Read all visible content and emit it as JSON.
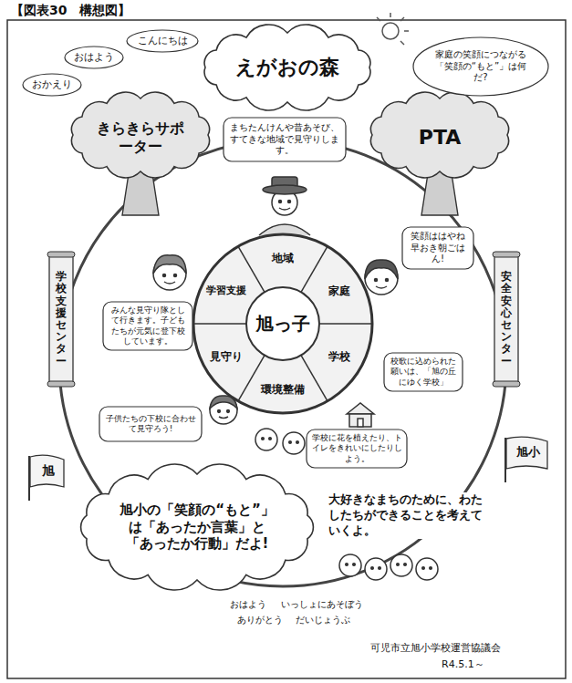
{
  "diagram": {
    "title": "【図表30　構想図】",
    "nodes": [
      {
        "text": [
          "えがおの森"
        ]
      },
      {
        "text": [
          "おはよう"
        ]
      },
      {
        "text": [
          "こんにちは"
        ]
      },
      {
        "text": [
          "おかえり"
        ]
      },
      {
        "text": [
          "きらきらサポーター"
        ]
      },
      {
        "text": [
          "PTA"
        ]
      },
      {
        "text": [
          "家庭の笑顔につながる「笑顔の“もと”」は何だ?"
        ]
      },
      {
        "text": [
          "まちたんけんや昔あそび、すてきな地域で見守りします。"
        ]
      },
      {
        "text": [
          "旭っ子"
        ]
      },
      {
        "text": [
          "地域"
        ],
        "in": 8
      },
      {
        "text": [
          "家庭"
        ],
        "in": 8
      },
      {
        "text": [
          "学校"
        ],
        "in": 8
      },
      {
        "text": [
          "環境整備"
        ],
        "in": 8
      },
      {
        "text": [
          "見守り"
        ],
        "in": 8
      },
      {
        "text": [
          "学習支援"
        ],
        "in": 8
      },
      {
        "text": [
          "笑顔ははやね早おき朝ごはん!"
        ]
      },
      {
        "text": [
          "みんな見守り隊として行きます。子どもたちが元気に登下校しています。"
        ]
      },
      {
        "text": [
          "校歌に込められた願いは、「旭の丘にゆく学校」"
        ]
      },
      {
        "text": [
          "子供たちの下校に合わせて見守ろう!"
        ]
      },
      {
        "text": [
          "学校に花を植えたり、トイレをきれいにしたりしよう。"
        ]
      },
      {
        "text": [
          "学校支援センター"
        ]
      },
      {
        "text": [
          "安全安心センター"
        ]
      },
      {
        "text": [
          "旭"
        ]
      },
      {
        "text": [
          "旭小"
        ]
      },
      {
        "text": [
          "旭小の「笑顔の“もと”」は「あったか言葉」と「あったか行動」だよ!"
        ]
      }
    ],
    "labels": [
      "大好きなまちのために、わたしたちができることを考えていくよ。",
      "おはよう",
      "いっしょにあそぼう",
      "ありがとう",
      "だいじょうぶ",
      "可児市立旭小学校運営協議会",
      "R4.5.1～"
    ]
  }
}
